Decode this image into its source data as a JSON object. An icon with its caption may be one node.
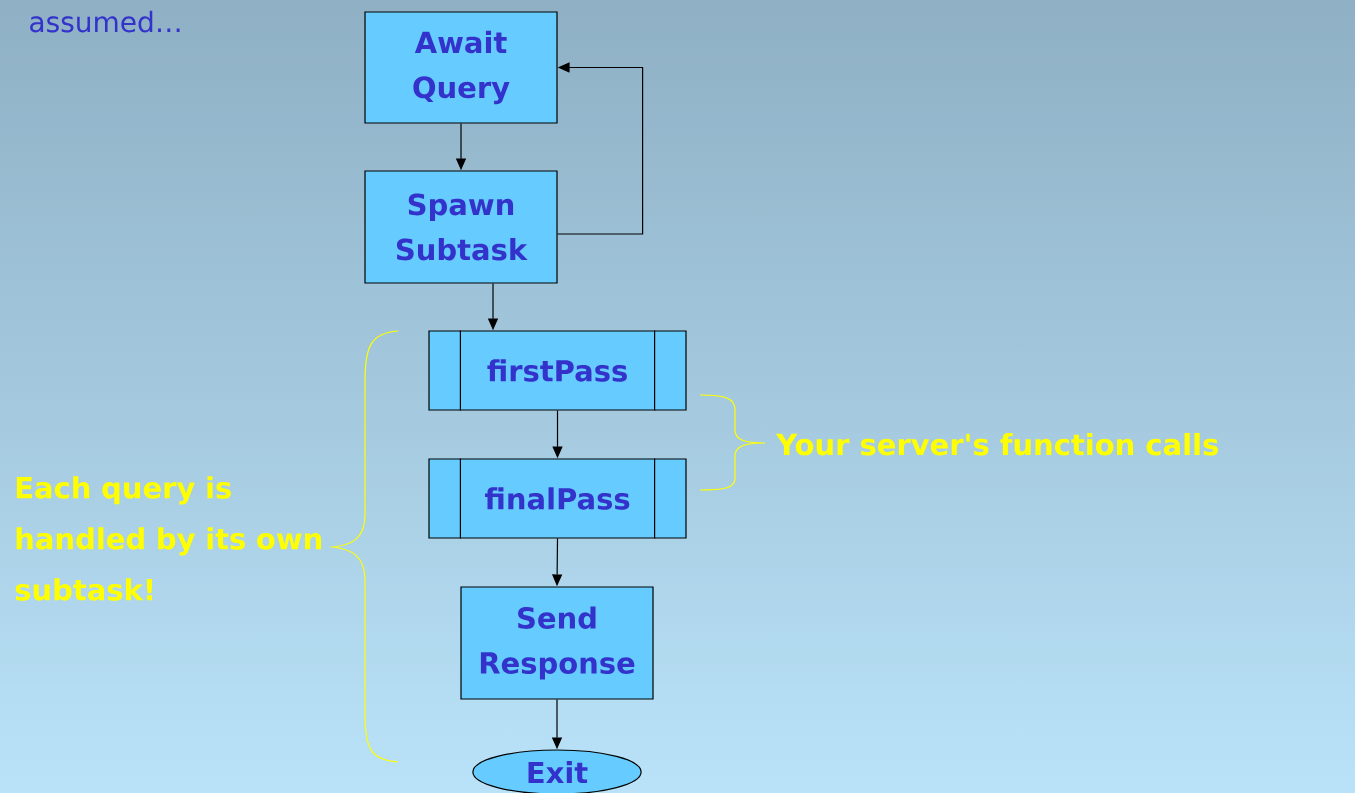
{
  "diagram": {
    "nodes": [
      {
        "text": [
          "Await Query"
        ]
      },
      {
        "text": [
          "Spawn Subtask"
        ]
      },
      {
        "text": [
          "firstPass"
        ]
      },
      {
        "text": [
          "finalPass"
        ]
      },
      {
        "text": [
          "Send Response"
        ]
      },
      {
        "text": [
          "Exit"
        ]
      }
    ],
    "edges": [
      {
        "from": 0,
        "to": 1,
        "arrow": "to"
      },
      {
        "from": 1,
        "to": 0,
        "arrow": "to"
      },
      {
        "from": 1,
        "to": 2,
        "arrow": "to"
      },
      {
        "from": 2,
        "to": 3,
        "arrow": "to"
      },
      {
        "from": 3,
        "to": 4,
        "arrow": "to"
      },
      {
        "from": 4,
        "to": 5,
        "arrow": "to"
      }
    ],
    "labels": [
      "assumed…",
      "Each query is handled by its own subtask!",
      "Your server's function calls"
    ]
  }
}
